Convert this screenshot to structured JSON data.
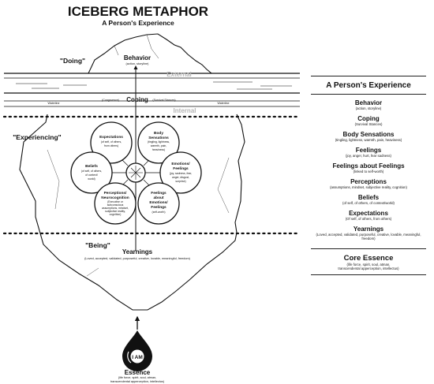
{
  "title": "ICEBERG METAPHOR",
  "subtitle": "A Person's Experience",
  "zones": {
    "doing": "\"Doing\"",
    "experiencing": "\"Experiencing\"",
    "being": "\"Being\""
  },
  "boundaries": {
    "external": "External",
    "internal": "Internal",
    "waterline_left": "Waterline",
    "waterline_right": "Waterline",
    "congruence": "(Congruence)",
    "survival_stances": "(Survival Stances)"
  },
  "behavior": {
    "label": "Behavior",
    "desc": "(action, storyline)"
  },
  "coping": {
    "label": "Coping"
  },
  "circles": {
    "expectations": {
      "title": "Expectations",
      "lines": [
        "(of self, of others,",
        "from others)"
      ]
    },
    "body": {
      "title": "Body",
      "title2": "Sensations",
      "lines": [
        "(tingling, lightness,",
        "warmth, pain,",
        "heaviness)"
      ]
    },
    "beliefs": {
      "title": "Beliefs",
      "lines": [
        "(of self, of others,",
        "of context/",
        "world)"
      ]
    },
    "emotions": {
      "title": "Emotions/",
      "title2": "Feelings",
      "lines": [
        "(joy, sadness, fear,",
        "anger, disgust,",
        "surprise)"
      ]
    },
    "perceptions": {
      "title": "Perceptions/",
      "title2": "Neurocognition",
      "lines": [
        "(Executive or",
        "subconscious",
        "assumptions, mindset,",
        "subjective reality,",
        "cognition)"
      ]
    },
    "feelings_about": {
      "title": "Feelings",
      "title2": "about",
      "title3": "Emotions/",
      "title4": "Feelings",
      "lines": [
        "(self-worth)"
      ]
    }
  },
  "yearnings": {
    "label": "Yearnings",
    "desc": "(Loved, accepted, validated, purposeful, creative, lovable, meaningful, freedom)"
  },
  "drop_text": "I AM",
  "essence": {
    "label": "Essence",
    "desc1": "(life force, spirit, soul, atman,",
    "desc2": "transcendental apperception, intellectus)"
  },
  "legend": {
    "title": "A Person's Experience",
    "items": [
      {
        "name": "Behavior",
        "desc": "(action, storyline)"
      },
      {
        "name": "Coping",
        "desc": "(Survival Stances)"
      },
      {
        "name": "Body Sensations",
        "desc": "(tingling, lightness, warmth, pain, heaviness)"
      },
      {
        "name": "Feelings",
        "desc": "(joy, anger, hurt, fear sadness)"
      },
      {
        "name": "Feelings about Feelings",
        "desc": "(linked to self-worth)"
      },
      {
        "name": "Perceptions",
        "desc": "(assumptions, mindset, subjective reality, cognition)"
      },
      {
        "name": "Beliefs",
        "desc": "(of self, of others, of context/world)"
      },
      {
        "name": "Expectations",
        "desc": "(Of self, of others, from others)"
      },
      {
        "name": "Yearnings",
        "desc": "(Loved, accepted, validated, purposeful, creative, lovable, meaningful, freedom)"
      }
    ],
    "core": {
      "name": "Core Essence",
      "desc1": "(life force, spirit, soul, atman,",
      "desc2": "transcendental apperception, intellectus)"
    }
  }
}
